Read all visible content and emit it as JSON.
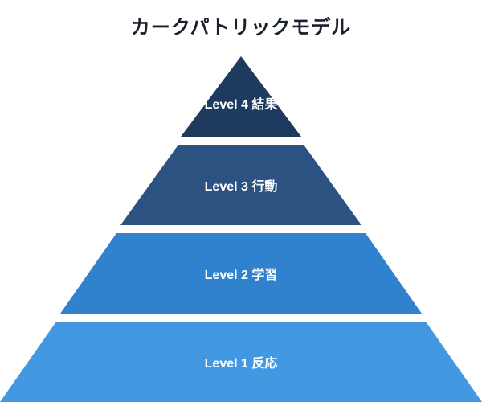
{
  "title": "カークパトリックモデル",
  "levels": [
    {
      "label": "Level 4 結果",
      "color": "#1e3a5f"
    },
    {
      "label": "Level 3 行動",
      "color": "#2c5282"
    },
    {
      "label": "Level 2 学習",
      "color": "#3182ce"
    },
    {
      "label": "Level 1 反応",
      "color": "#4299e1"
    }
  ]
}
